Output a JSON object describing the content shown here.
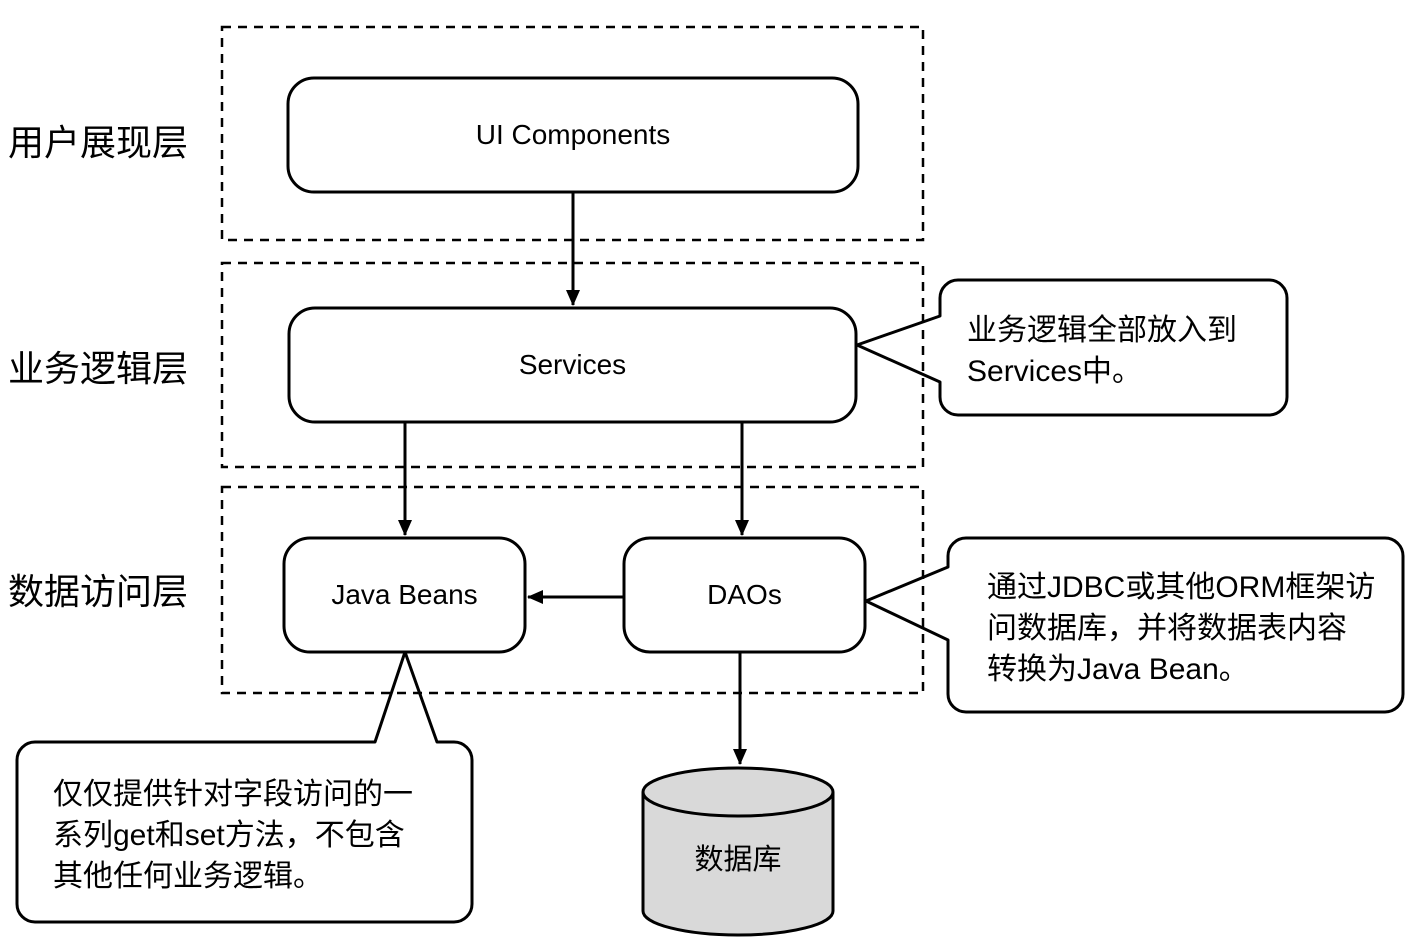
{
  "layers": [
    {
      "label": "用户展现层"
    },
    {
      "label": "业务逻辑层"
    },
    {
      "label": "数据访问层"
    }
  ],
  "nodes": {
    "ui_components": {
      "label": "UI Components"
    },
    "services": {
      "label": "Services"
    },
    "java_beans": {
      "label": "Java Beans"
    },
    "daos": {
      "label": "DAOs"
    },
    "database": {
      "label": "数据库"
    }
  },
  "callouts": {
    "services_note": {
      "lines": [
        "业务逻辑全部放入到",
        "Services中。"
      ]
    },
    "daos_note": {
      "lines": [
        "通过JDBC或其他ORM框架访",
        "问数据库，并将数据表内容",
        "转换为Java Bean。"
      ]
    },
    "java_beans_note": {
      "lines": [
        "仅仅提供针对字段访问的一",
        "系列get和set方法，不包含",
        "其他任何业务逻辑。"
      ]
    }
  },
  "colors": {
    "stroke": "#000000",
    "cylinder_fill": "#d9d9d9",
    "background": "#ffffff"
  }
}
